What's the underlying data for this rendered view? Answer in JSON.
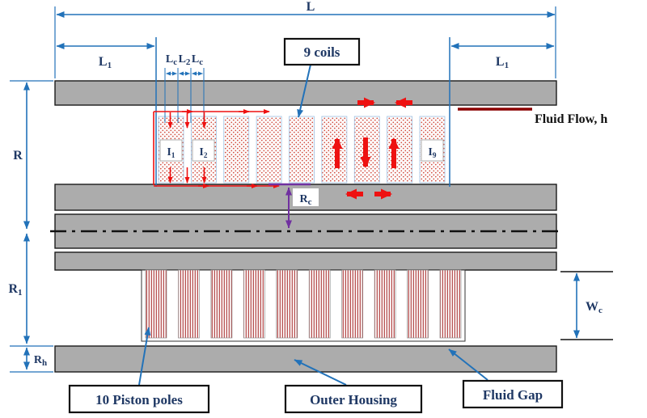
{
  "figure": {
    "labels": {
      "L": "L",
      "L1": {
        "base": "L",
        "sub": "1"
      },
      "Lc": {
        "base": "L",
        "sub": "c"
      },
      "L2": {
        "base": "L",
        "sub": "2"
      },
      "R": "R",
      "R1": {
        "base": "R",
        "sub": "1"
      },
      "Rh": {
        "base": "R",
        "sub": "h"
      },
      "Rc": {
        "base": "R",
        "sub": "c"
      },
      "Wc": {
        "base": "W",
        "sub": "c"
      },
      "I1": {
        "base": "I",
        "sub": "1"
      },
      "I2": {
        "base": "I",
        "sub": "2"
      },
      "I9": {
        "base": "I",
        "sub": "9"
      },
      "fluid_flow": "Fluid Flow, h"
    },
    "callouts": {
      "coils": "9 coils",
      "piston_poles": "10 Piston poles",
      "outer_housing": "Outer Housing",
      "fluid_gap": "Fluid Gap"
    },
    "counts": {
      "coils": 9,
      "piston_poles": 10
    },
    "colors": {
      "dimension_blue": "#2272B9",
      "label_navy": "#1F3864",
      "flux_red": "#EE1111",
      "housing_gray": "#ACACAC",
      "rc_purple": "#7030A0",
      "fluid_line_darkred": "#8B0000",
      "coil_stipple_red": "#D24A3C",
      "pole_stripe_red": "#B04040"
    }
  }
}
